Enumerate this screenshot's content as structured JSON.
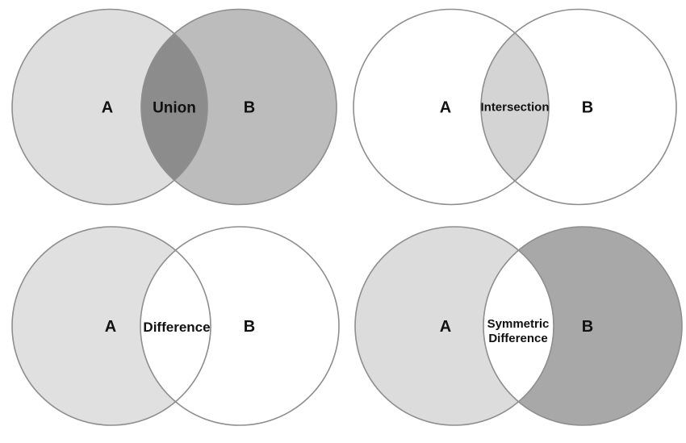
{
  "page": {
    "background_color": "#ffffff",
    "description_labels": {
      "set_a": "A",
      "set_b": "B"
    }
  },
  "styles": {
    "stroke_color": "#8e8e8e",
    "text_color": "#111111"
  },
  "diagrams": [
    {
      "id": "union",
      "label_a": "A",
      "label_b": "B",
      "operation_lines": [
        "Union"
      ],
      "fill_a": "#dedede",
      "fill_b": "#bcbcbc",
      "fill_overlap": "#8c8c8c"
    },
    {
      "id": "intersection",
      "label_a": "A",
      "label_b": "B",
      "operation_lines": [
        "Intersection"
      ],
      "fill_a": "#ffffff",
      "fill_b": "#ffffff",
      "fill_overlap": "#d4d4d4"
    },
    {
      "id": "difference",
      "label_a": "A",
      "label_b": "B",
      "operation_lines": [
        "Difference"
      ],
      "fill_a": "#e0e0e0",
      "fill_b": "#ffffff",
      "fill_overlap": "#ffffff"
    },
    {
      "id": "symmetric-difference",
      "label_a": "A",
      "label_b": "B",
      "operation_lines": [
        "Symmetric",
        "Difference"
      ],
      "fill_a": "#dcdcdc",
      "fill_b": "#a8a8a8",
      "fill_overlap": "#ffffff"
    }
  ]
}
